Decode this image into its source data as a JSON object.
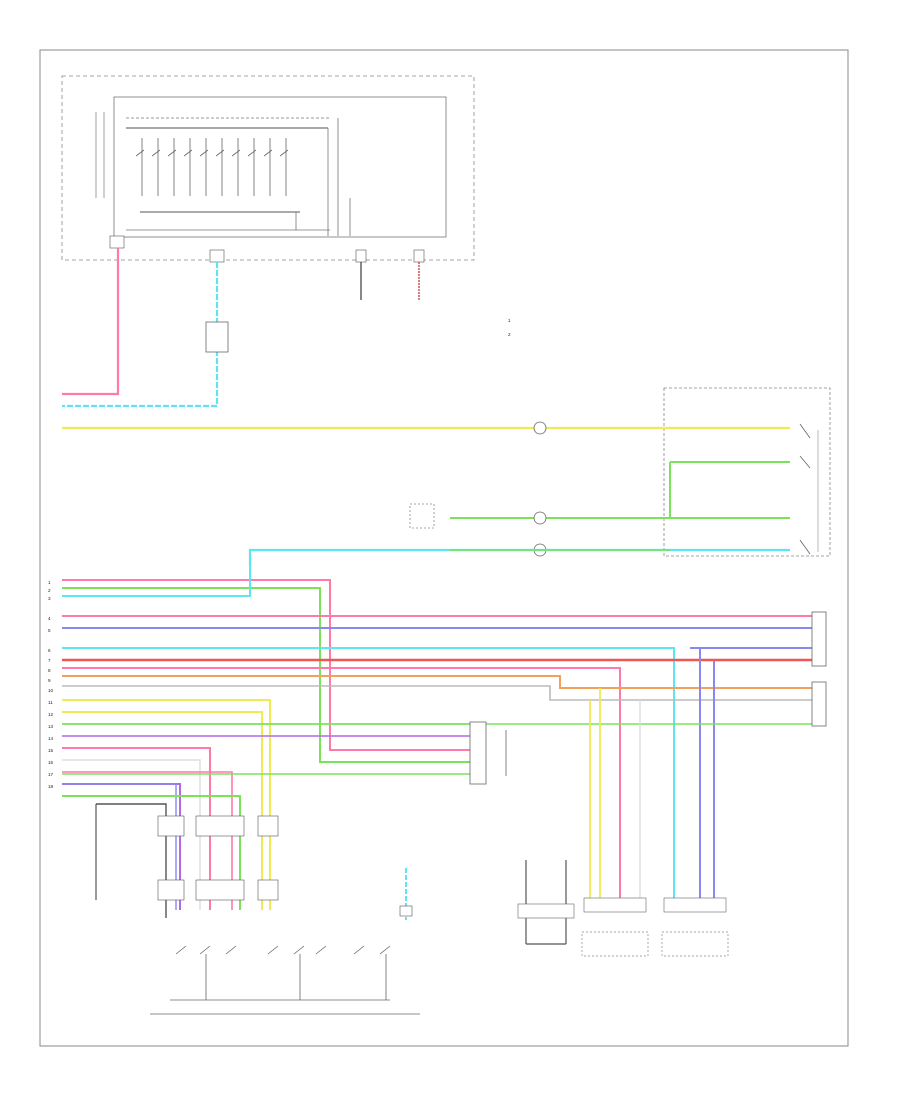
{
  "labels": {
    "engine_ecm_box": "",
    "control_module_title": "",
    "sub_controller": "",
    "sub_ground": "",
    "splice_label": "",
    "legend_line_1": "",
    "legend_line_2": "",
    "switch_assembly": "",
    "switch_upper": "",
    "switch_lower": "",
    "speed_sensor_group": "",
    "sensor_right_top": "",
    "sensor_right_mid": "",
    "sensor_mid_connector": "",
    "bottom_left_ground": "",
    "bottom_center_solenoids": "",
    "bottom_c_sensor": "",
    "bottom_d_sensor": "",
    "bottom_e_sensor": "",
    "shield_ground": "",
    "temp_sensor": "",
    "footer_code": ""
  },
  "colors": {
    "pink": "#ff7aa8",
    "cyan": "#5ce6f2",
    "yellow": "#f2ea52",
    "green": "#7be35a",
    "blue": "#8888ee",
    "red": "#ee5555",
    "orange": "#f2a15a",
    "gray": "#bbbbbb",
    "violet": "#b46ae8",
    "frame": "#666666",
    "dash": "#888888",
    "connector": "#555555"
  },
  "wires": [
    {
      "id": "wire-pink-top",
      "color": "pink"
    },
    {
      "id": "wire-cyan-top",
      "color": "cyan"
    },
    {
      "id": "wire-yellow-main",
      "color": "yellow"
    },
    {
      "id": "wire-green-sw",
      "color": "green"
    },
    {
      "id": "wire-cyan-sensor",
      "color": "cyan"
    },
    {
      "id": "wire-pink-a",
      "color": "pink"
    },
    {
      "id": "wire-green-a",
      "color": "green"
    },
    {
      "id": "wire-cyan-a",
      "color": "cyan"
    },
    {
      "id": "wire-pink-b",
      "color": "pink"
    },
    {
      "id": "wire-blue-b",
      "color": "blue"
    },
    {
      "id": "wire-cyan-c",
      "color": "cyan"
    },
    {
      "id": "wire-red-c",
      "color": "red"
    },
    {
      "id": "wire-pink-c",
      "color": "pink"
    },
    {
      "id": "wire-orange-c",
      "color": "orange"
    },
    {
      "id": "wire-gray-c",
      "color": "gray"
    },
    {
      "id": "wire-yellow-d",
      "color": "yellow"
    },
    {
      "id": "wire-pink-d",
      "color": "pink"
    },
    {
      "id": "wire-violet-d",
      "color": "violet"
    },
    {
      "id": "wire-blue-d",
      "color": "blue"
    },
    {
      "id": "wire-green-d",
      "color": "green"
    }
  ]
}
